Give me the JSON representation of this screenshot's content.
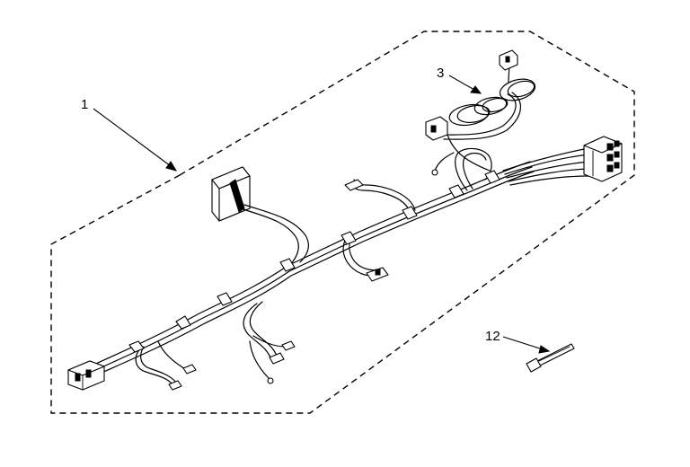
{
  "diagram": {
    "callouts": [
      {
        "id": "1",
        "label": "1"
      },
      {
        "id": "3",
        "label": "3"
      },
      {
        "id": "12",
        "label": "12"
      }
    ]
  }
}
